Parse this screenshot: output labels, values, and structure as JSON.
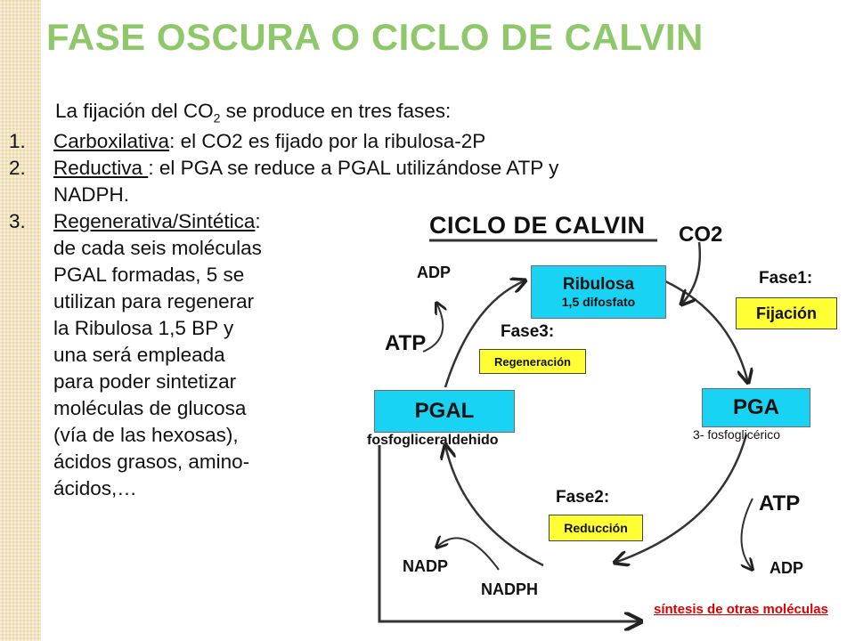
{
  "slide": {
    "title": "FASE OSCURA O CICLO DE CALVIN",
    "intro": {
      "prefix": "La fijación del CO",
      "sub": "2",
      "suffix": " se produce en tres fases:"
    },
    "items": [
      {
        "num": "1.",
        "term": "Carboxilativa",
        "text": ":  el CO2 es fijado por la ribulosa-2P"
      },
      {
        "num": "2.",
        "term": "Reductiva ",
        "text": ": el PGA se reduce a PGAL utilizándose ATP y",
        "cont": "NADPH."
      },
      {
        "num": "3.",
        "term": "Regenerativa/Sintética",
        "text": ":",
        "lines": [
          "de cada seis moléculas",
          "PGAL formadas, 5 se",
          "utilizan para regenerar",
          "la Ribulosa 1,5 BP y",
          "una será empleada",
          "para poder sintetizar",
          "moléculas de glucosa",
          "(vía de las hexosas),",
          "ácidos grasos, amino-",
          "ácidos,…"
        ]
      }
    ]
  },
  "diagram": {
    "title": "CICLO DE CALVIN",
    "co2": "CO2",
    "ribulosa": {
      "name": "Ribulosa",
      "sub": "1,5 difosfato"
    },
    "fase1": {
      "label": "Fase1:",
      "box": "Fijación"
    },
    "fase2": {
      "label": "Fase2:",
      "box": "Reducción"
    },
    "fase3": {
      "label": "Fase3:",
      "box": "Regeneración"
    },
    "pga": {
      "name": "PGA",
      "sub": "3- fosfoglicérico"
    },
    "pgal": {
      "name": "PGAL",
      "sub": "fosfogliceraldehido"
    },
    "adp_left": "ADP",
    "atp_left": "ATP",
    "atp_right": "ATP",
    "adp_right": "ADP",
    "nadp": "NADP",
    "nadph": "NADPH",
    "sintesis": "síntesis de otras moléculas",
    "colors": {
      "cyan": "#19d3f4",
      "yellow": "#ffff33",
      "title_green": "#8fc86a",
      "red": "#e00000"
    }
  }
}
